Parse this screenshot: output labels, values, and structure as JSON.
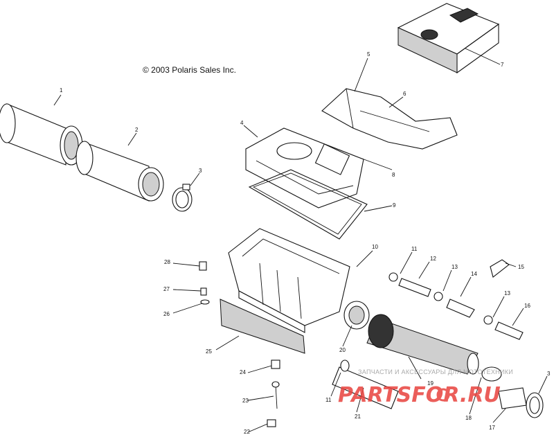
{
  "copyright": "© 2003 Polaris Sales Inc.",
  "callouts": {
    "c1": "1",
    "c2": "2",
    "c3": "3",
    "c4": "4",
    "c5": "5",
    "c6": "6",
    "c7": "7",
    "c8": "8",
    "c9": "9",
    "c10": "10",
    "c11a": "11",
    "c12": "12",
    "c13a": "13",
    "c14": "14",
    "c15": "15",
    "c13b": "13",
    "c16": "16",
    "c20": "20",
    "c28": "28",
    "c27": "27",
    "c26": "26",
    "c25": "25",
    "c24": "24",
    "c23": "23",
    "c22": "22",
    "c11b": "11",
    "c21": "21",
    "c19": "19",
    "c18": "18",
    "c17": "17",
    "c3b": "3"
  },
  "watermark": {
    "subtitle": "ЗАПЧАСТИ И АКСЕССУАРЫ ДЛЯ МОТОТЕХНИКИ",
    "logo_text": "PARTSFOR.RU",
    "logo_icon": "gear-icon",
    "color_red": "#e8433e",
    "color_gray": "#b0b0b0"
  }
}
